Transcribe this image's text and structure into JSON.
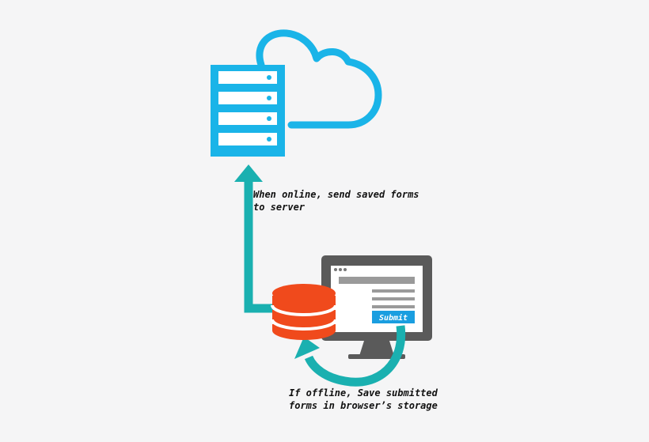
{
  "labels": {
    "online_line1": "When online, send saved forms",
    "online_line2": "to server",
    "offline_line1": "If offline, Save submitted",
    "offline_line2": "forms in browser’s storage"
  },
  "monitor": {
    "submit_label": "Submit"
  },
  "colors": {
    "cloud_server": "#1ab4e8",
    "arrow_teal": "#1ab0b0",
    "database": "#f04a1c",
    "monitor_frame": "#5a5a5a",
    "submit_button": "#1a9ee0",
    "background": "#f5f5f6"
  },
  "icons": [
    "server-icon",
    "cloud-icon",
    "database-icon",
    "monitor-icon",
    "upload-arrow-icon",
    "save-arrow-icon"
  ]
}
